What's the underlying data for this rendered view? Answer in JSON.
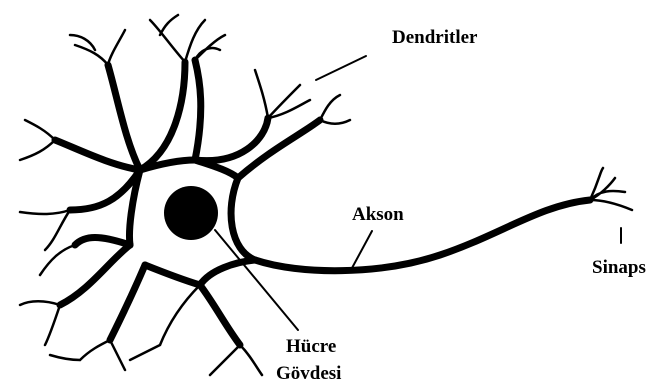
{
  "labels": {
    "dendrites": "Dendritler",
    "axon": "Akson",
    "synapse": "Sinaps",
    "cell_body_line1": "Hücre",
    "cell_body_line2": "Gövdesi"
  },
  "colors": {
    "ink": "#000000",
    "background": "#ffffff"
  }
}
